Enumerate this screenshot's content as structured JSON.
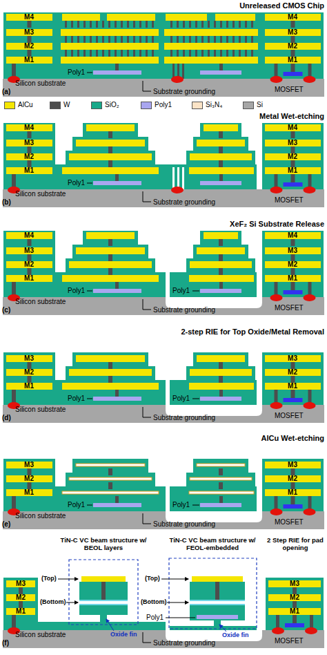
{
  "diagram": {
    "labels": [
      "Unreleased CMOS Chip",
      "M4",
      "M3",
      "M2",
      "M1",
      "M4",
      "M3",
      "M2",
      "M1",
      "Poly1",
      "Silicon substrate",
      "Substrate grounding",
      "MOSFET",
      "(a)",
      "Metal Wet-etching",
      "M4",
      "M3",
      "M2",
      "M1",
      "M4",
      "M3",
      "M2",
      "M1",
      "Poly1",
      "Silicon substrate",
      "Substrate grounding",
      "MOSFET",
      "(b)",
      "XeF₂ Si Substrate Release",
      "M4",
      "M3",
      "M2",
      "M1",
      "M4",
      "M3",
      "M2",
      "M1",
      "Poly1",
      "Poly1",
      "Silicon substrate",
      "Substrate grounding",
      "MOSFET",
      "(c)",
      "2-step RIE for Top Oxide/Metal Removal",
      "M3",
      "M2",
      "M1",
      "M3",
      "M2",
      "M1",
      "Poly1",
      "Poly1",
      "Silicon substrate",
      "Substrate grounding",
      "MOSFET",
      "(d)",
      "AlCu Wet-etching",
      "M3",
      "M2",
      "M1",
      "M3",
      "M2",
      "M1",
      "Poly1",
      "Poly1",
      "Silicon substrate",
      "Substrate grounding",
      "MOSFET",
      "(e)",
      "TiN-C VC beam structure w/ BEOL layers",
      "TiN-C VC beam structure w/ FEOL-embedded",
      "2 Step RIE for pad opening",
      "M3",
      "M2",
      "M1",
      "M3",
      "M2",
      "M1",
      "(Top)",
      "(Bottom)",
      "(Top)",
      "(Bottom)",
      "Oxide fin",
      "Oxide fin",
      "Poly1",
      "Silicon substrate",
      "Substrate grounding",
      "MOSFET",
      "(f)"
    ],
    "legend": [
      {
        "text": "AlCu",
        "color": "#f5e600"
      },
      {
        "text": "W",
        "color": "#4d4d4d"
      },
      {
        "text": "SiO₂",
        "color": "#19a889"
      },
      {
        "text": "Poly1",
        "color": "#a9a6ef"
      },
      {
        "text": "Si₃N₄",
        "color": "#fbe3c6"
      },
      {
        "text": "Si",
        "color": "#a6a6a6"
      }
    ]
  }
}
